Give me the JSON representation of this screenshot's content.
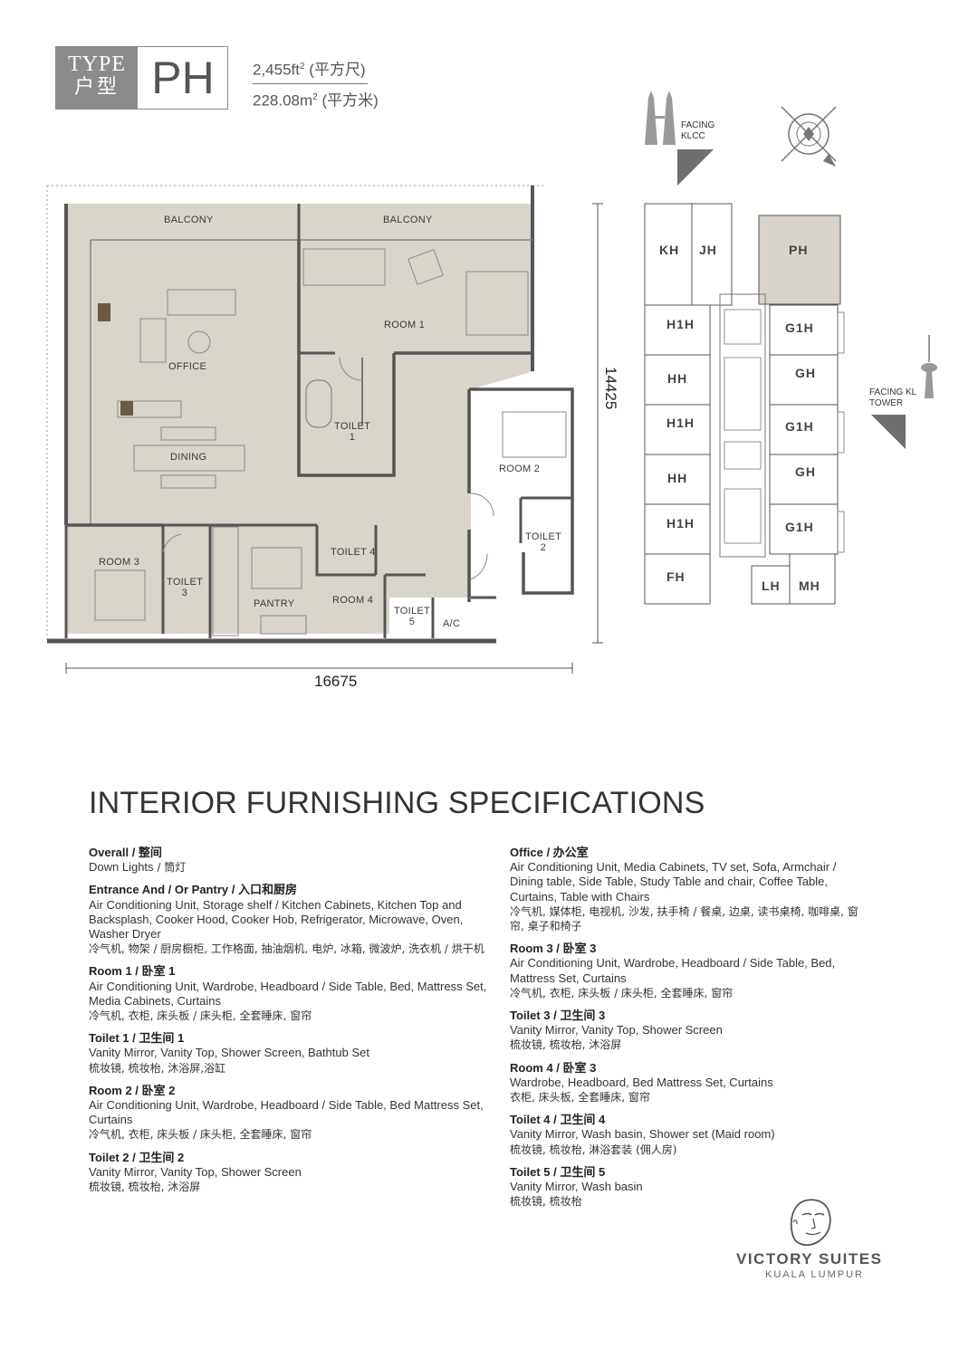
{
  "header": {
    "type_en": "TYPE",
    "type_cn": "户型",
    "type_code": "PH",
    "area_sqft": "2,455ft",
    "area_sqft_sup": "2",
    "area_sqft_cn": "(平方尺)",
    "area_sqm": "228.08m",
    "area_sqm_sup": "2",
    "area_sqm_cn": "(平方米)"
  },
  "floor_plan": {
    "labels": {
      "balcony_left": "BALCONY",
      "balcony_right": "BALCONY",
      "room1": "ROOM 1",
      "office": "OFFICE",
      "dining": "DINING",
      "toilet1_a": "TOILET",
      "toilet1_b": "1",
      "room2": "ROOM 2",
      "toilet2_a": "TOILET",
      "toilet2_b": "2",
      "room3": "ROOM 3",
      "toilet3_a": "TOILET",
      "toilet3_b": "3",
      "pantry": "PANTRY",
      "toilet4": "TOILET 4",
      "room4": "ROOM 4",
      "toilet5_a": "TOILET",
      "toilet5_b": "5",
      "ac": "A/C"
    },
    "dim_width": "16675",
    "dim_height": "14425"
  },
  "key_plan": {
    "facing_klcc_1": "FACING",
    "facing_klcc_2": "KLCC",
    "facing_kl_1": "FACING KL",
    "facing_kl_2": "TOWER",
    "units": [
      "KH",
      "JH",
      "PH",
      "H1H",
      "G1H",
      "HH",
      "GH",
      "H1H",
      "G1H",
      "HH",
      "GH",
      "H1H",
      "G1H",
      "FH",
      "LH",
      "MH"
    ],
    "highlight": "PH",
    "highlight_color": "#d8d4cb"
  },
  "specs": {
    "title": "INTERIOR FURNISHING SPECIFICATIONS",
    "left": [
      {
        "h": "Overall",
        "hc": " / 整间",
        "t": "Down Lights",
        "c": " / 筒灯"
      },
      {
        "h": "Entrance And / Or Pantry",
        "hc": " / 入口和厨房",
        "t": "Air Conditioning Unit, Storage shelf / Kitchen Cabinets, Kitchen Top and Backsplash, Cooker Hood, Cooker Hob, Refrigerator, Microwave, Oven, Washer Dryer",
        "c": "冷气机, 物架 / 厨房橱柜, 工作格面, 抽油烟机, 电炉, 冰箱, 微波炉, 洗衣机 / 烘干机"
      },
      {
        "h": "Room 1",
        "hc": " / 卧室 1",
        "t": "Air Conditioning Unit, Wardrobe, Headboard / Side Table, Bed, Mattress Set, Media Cabinets, Curtains",
        "c": "冷气机, 衣柜, 床头板 / 床头柜, 全套睡床, 窗帘"
      },
      {
        "h": "Toilet 1",
        "hc": " / 卫生间 1",
        "t": "Vanity Mirror, Vanity Top, Shower Screen, Bathtub Set",
        "c": "梳妆镜, 梳妆枱, 沐浴屏,浴缸"
      },
      {
        "h": "Room 2",
        "hc": " / 卧室 2",
        "t": "Air Conditioning Unit, Wardrobe, Headboard / Side Table, Bed Mattress Set, Curtains",
        "c": "冷气机, 衣柜, 床头板 / 床头柜, 全套睡床, 窗帘"
      },
      {
        "h": "Toilet 2",
        "hc": " / 卫生间 2",
        "t": "Vanity Mirror, Vanity Top, Shower Screen",
        "c": "梳妆镜, 梳妆枱, 沐浴屏"
      }
    ],
    "right": [
      {
        "h": "Office",
        "hc": " / 办公室",
        "t": "Air Conditioning Unit, Media Cabinets, TV set, Sofa, Armchair / Dining table, Side Table, Study Table and chair, Coffee Table, Curtains, Table with Chairs",
        "c": "冷气机, 媒体柜, 电视机, 沙发, 扶手椅 / 餐桌, 边桌, 读书桌椅, 咖啡桌, 窗帘, 桌子和椅子"
      },
      {
        "h": "Room 3",
        "hc": " / 卧室 3",
        "t": "Air Conditioning Unit, Wardrobe, Headboard / Side Table, Bed, Mattress Set, Curtains",
        "c": "冷气机, 衣柜, 床头板 / 床头柜, 全套睡床, 窗帘"
      },
      {
        "h": "Toilet 3",
        "hc": " / 卫生间 3",
        "t": "Vanity Mirror, Vanity Top, Shower Screen",
        "c": "梳妆镜, 梳妆枱, 沐浴屏"
      },
      {
        "h": "Room 4",
        "hc": " / 卧室 3",
        "t": "Wardrobe, Headboard, Bed Mattress Set, Curtains",
        "c": "衣柜, 床头板, 全套睡床, 窗帘"
      },
      {
        "h": "Toilet 4",
        "hc": " / 卫生间 4",
        "t": "Vanity Mirror, Wash basin, Shower set (Maid room)",
        "c": "梳妆镜, 梳妆枱, 淋浴套装 (佣人房)"
      },
      {
        "h": "Toilet 5",
        "hc": " / 卫生间 5",
        "t": "Vanity Mirror, Wash basin",
        "c": "梳妆镜, 梳妆枱"
      }
    ]
  },
  "logo": {
    "name": "VICTORY SUITES",
    "sub": "KUALA LUMPUR"
  }
}
